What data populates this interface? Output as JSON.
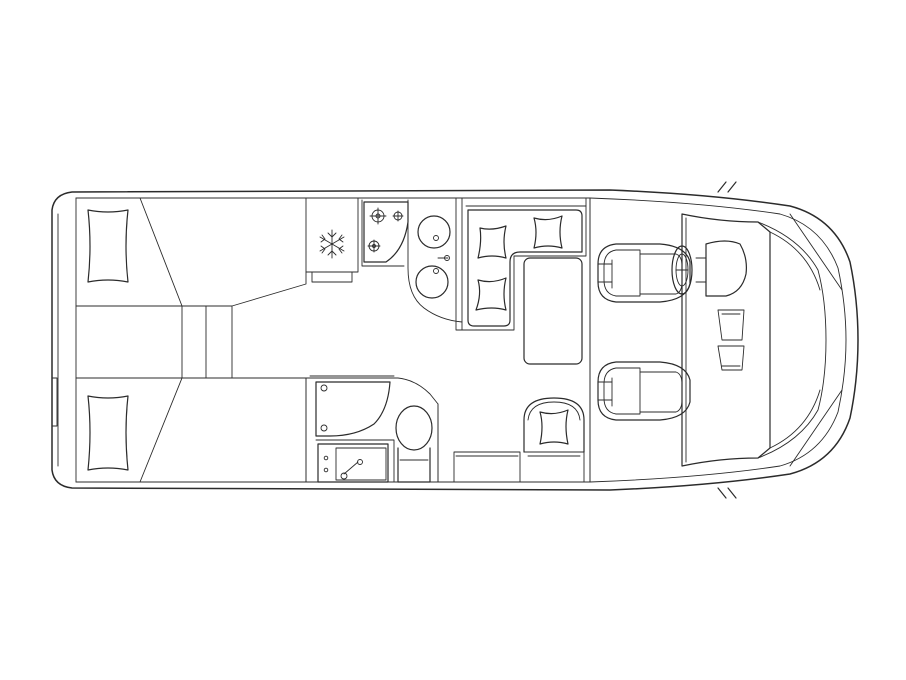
{
  "diagram": {
    "colors": {
      "background": "#ffffff",
      "stroke": "#2b2b2b"
    },
    "components": {
      "rear_bed_left": "pillow",
      "rear_bed_right": "pillow",
      "refrigerator": "snowflake-icon",
      "stove": "gas-burner-icon",
      "sink": "round-basin",
      "dinette": "table-with-cushions",
      "bathroom": "shower-toilet-washbasin",
      "cab_seats": "swivel-seats",
      "steering": "steering-wheel-icon"
    }
  }
}
